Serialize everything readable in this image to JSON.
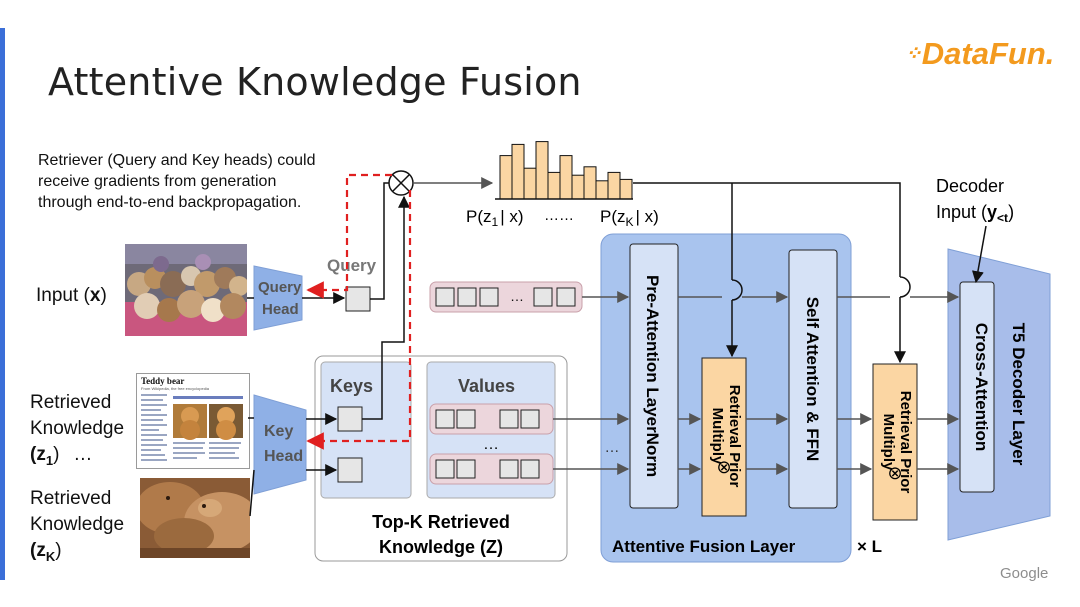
{
  "slide": {
    "title": "Attentive Knowledge Fusion",
    "brand": "DataFun.",
    "brand_dots": "⁘",
    "footer_logo": "Google"
  },
  "note": {
    "line1": "Retriever (Query and Key heads) could",
    "line2": "receive gradients from generation",
    "line3": "through end-to-end backpropagation."
  },
  "inputs": {
    "input_label_pre": "Input (",
    "input_label_var": "x",
    "input_label_post": ")",
    "knowledge1_line1": "Retrieved",
    "knowledge1_line2": "Knowledge",
    "knowledge1_var": "(z",
    "knowledge1_sub": "1",
    "knowledge1_close": ")",
    "ellipsis": "…",
    "knowledgeK_line1": "Retrieved",
    "knowledgeK_line2": "Knowledge",
    "knowledgeK_var": "(z",
    "knowledgeK_sub": "K",
    "knowledgeK_close": ")"
  },
  "doc_thumb": {
    "title": "Teddy bear",
    "subtitle": "From Wikipedia, the free encyclopedia"
  },
  "diagram": {
    "query_label": "Query",
    "query_head_1": "Query",
    "query_head_2": "Head",
    "key_head_1": "Key",
    "key_head_2": "Head",
    "keys_label": "Keys",
    "values_label": "Values",
    "dots": "…",
    "mid_dots": "…",
    "topk_line1": "Top-K Retrieved",
    "topk_line2": "Knowledge (Z)",
    "prob_left_pre": "P(z",
    "prob_left_sub": "1",
    "prob_left_post": "| x)",
    "prob_dots": "……",
    "prob_right_pre": "P(z",
    "prob_right_sub": "K",
    "prob_right_post": "| x)",
    "multiply_symbol": "⊗",
    "pre_attention": "Pre-Attention  LayerNorm",
    "multiply_prior_1": "Multiply",
    "multiply_prior_2": "Retrieval Prior",
    "self_attention": "Self Attention & FFN",
    "fusion_layer": "Attentive Fusion Layer",
    "times_l": "× L",
    "decoder_input_1": "Decoder",
    "decoder_input_2_pre": "Input (",
    "decoder_input_var": "y",
    "decoder_input_sub": "<t",
    "decoder_input_close": ")",
    "cross_attention": "Cross-Attention",
    "t5_decoder": "T5 Decoder Layer",
    "retrieval_prior_bars": [
      0.62,
      0.78,
      0.44,
      0.82,
      0.38,
      0.62,
      0.34,
      0.46,
      0.26,
      0.38,
      0.28
    ]
  },
  "colors": {
    "accent": "#3b6fd8",
    "brand": "#f39a1e",
    "fusion_bg": "#a9c4ee",
    "decoder_bg": "#a8bdea",
    "prior_fill": "#fbd6a3",
    "value_row": "#ecd6dc",
    "gradient_arrow": "#e02020"
  }
}
